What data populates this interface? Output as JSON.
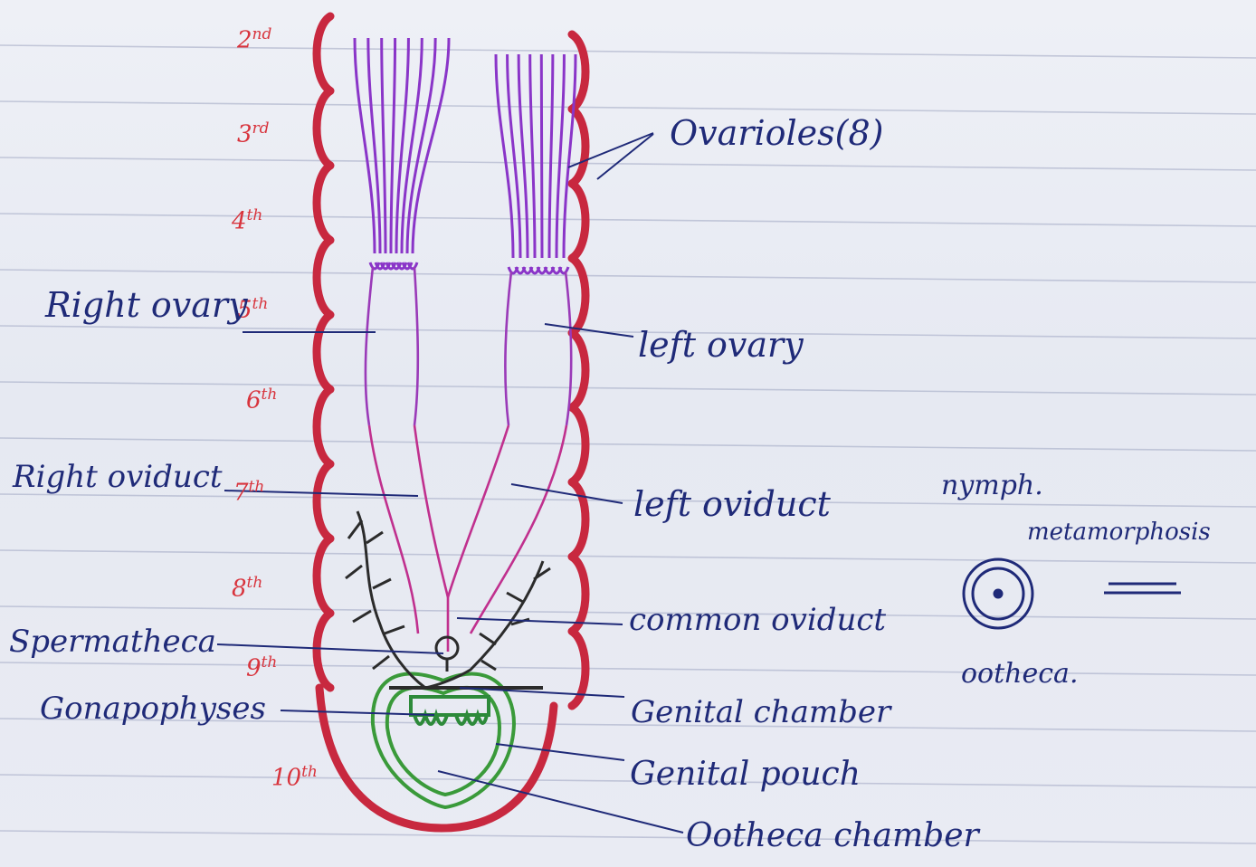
{
  "segments": [
    {
      "num": "2",
      "suffix": "nd"
    },
    {
      "num": "3",
      "suffix": "rd"
    },
    {
      "num": "4",
      "suffix": "th"
    },
    {
      "num": "5",
      "suffix": "th"
    },
    {
      "num": "6",
      "suffix": "th"
    },
    {
      "num": "7",
      "suffix": "th"
    },
    {
      "num": "8",
      "suffix": "th"
    },
    {
      "num": "9",
      "suffix": "th"
    },
    {
      "num": "10",
      "suffix": "th"
    }
  ],
  "labels": {
    "ovarioles": "Ovarioles(8)",
    "right_ovary": "Right ovary",
    "left_ovary": "left ovary",
    "right_oviduct": "Right oviduct",
    "left_oviduct": "left oviduct",
    "common_oviduct": "common oviduct",
    "spermatheca": "Spermatheca",
    "gonapophyses": "Gonapophyses",
    "genital_chamber": "Genital chamber",
    "genital_pouch": "Genital pouch",
    "ootheca_chamber": "Ootheca chamber"
  },
  "notes": {
    "nymph": "nymph.",
    "metamorphosis": "metamorphosis",
    "ootheca": "ootheca."
  },
  "colors": {
    "body_wall": "#c8283f",
    "ovarioles": "#8a35c8",
    "ovary": "#9a3ab8",
    "oviduct": "#c0308e",
    "accessory_gland": "#2b2b2b",
    "genital_pouch": "#3a9a3a",
    "label_ink": "#1f2a78",
    "segment_ink": "#d8343d"
  }
}
